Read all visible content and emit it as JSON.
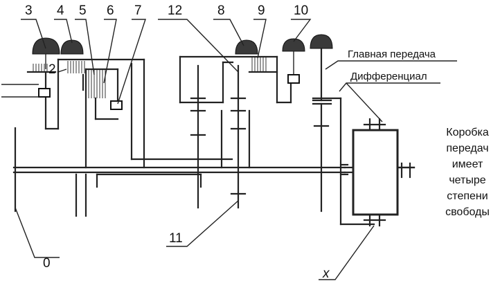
{
  "numbers": {
    "n0": "0",
    "n2": "2",
    "n3": "3",
    "n4": "4",
    "n5": "5",
    "n6": "6",
    "n7": "7",
    "n8": "8",
    "n9": "9",
    "n10": "10",
    "n11": "11",
    "n12": "12",
    "nx": "x"
  },
  "labels": {
    "main_drive": "Главная передача",
    "differential": "Дифференциал"
  },
  "note": {
    "lines": [
      "Коробка",
      "передач",
      "имеет",
      "четыре",
      "степени",
      "свободы"
    ]
  }
}
